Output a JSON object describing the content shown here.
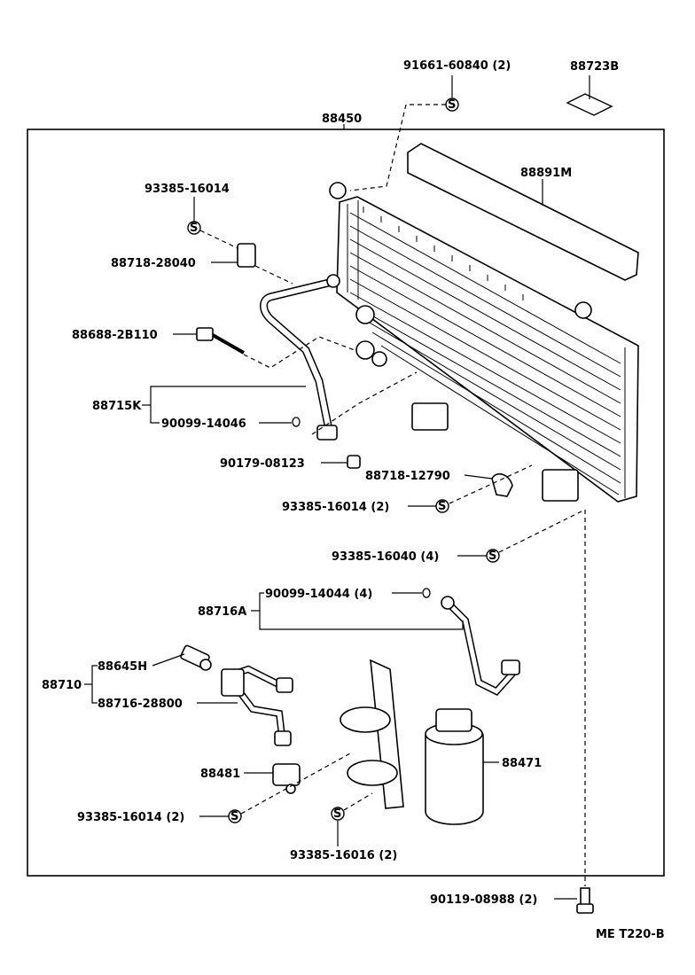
{
  "labels": {
    "p91661": "91661-60840 (2)",
    "p88723": "88723B",
    "p88450": "88450",
    "p88891": "88891M",
    "p93385a": "93385-16014",
    "p88718a": "88718-28040",
    "p88688": "88688-2B110",
    "p88715": "88715K",
    "p90099a": "90099-14046",
    "p90179": "90179-08123",
    "p88718b": "88718-12790",
    "p93385b": "93385-16014 (2)",
    "p93385c": "93385-16040 (4)",
    "p88716a": "88716A",
    "p90099b": "90099-14044 (4)",
    "p88710": "88710",
    "p88645": "88645H",
    "p88716b": "88716-28800",
    "p88481": "88481",
    "p88471": "88471",
    "p93385d": "93385-16014 (2)",
    "p93385e": "93385-16016 (2)",
    "p90119": "90119-08988 (2)",
    "code": "ME  T220-B"
  },
  "symbols": {
    "screw_mark": "S"
  }
}
